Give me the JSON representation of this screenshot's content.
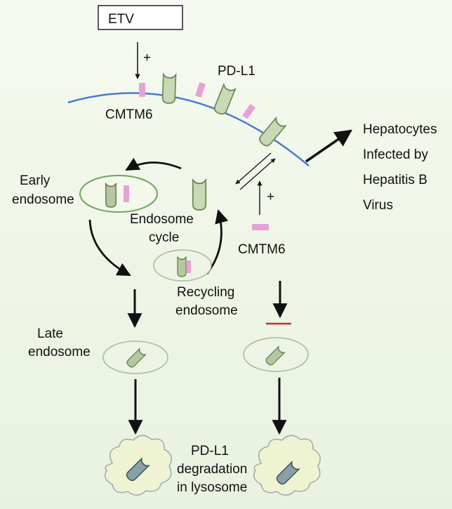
{
  "labels": {
    "etv": "ETV",
    "plus_top": "+",
    "pd_l1": "PD-L1",
    "cmtm6_top": "CMTM6",
    "hepatocytes": [
      "Hepatocytes",
      "Infected by",
      "Hepatitis B",
      "Virus"
    ],
    "early_endosome": [
      "Early",
      "endosome"
    ],
    "endosome_cycle": [
      "Endosome",
      "cycle"
    ],
    "plus_right": "+",
    "cmtm6_right": "CMTM6",
    "recycling_endosome": [
      "Recycling",
      "endosome"
    ],
    "late_endosome": [
      "Late",
      "endosome"
    ],
    "pdl1_degradation": [
      "PD-L1",
      "degradation",
      "in lysosome"
    ]
  },
  "colors": {
    "membrane": "#4a78d6",
    "cmtm6": "#e6a2d6",
    "pdl1_fill": "#c8d9b4",
    "pdl1_stroke": "#6f8a5b",
    "endosome_fill": "#edf3e5",
    "endosome_stroke": "#a9be95",
    "early_endosome_stroke": "#6ea45c",
    "inhibition": "#d12a2a",
    "arrow": "#111111"
  }
}
